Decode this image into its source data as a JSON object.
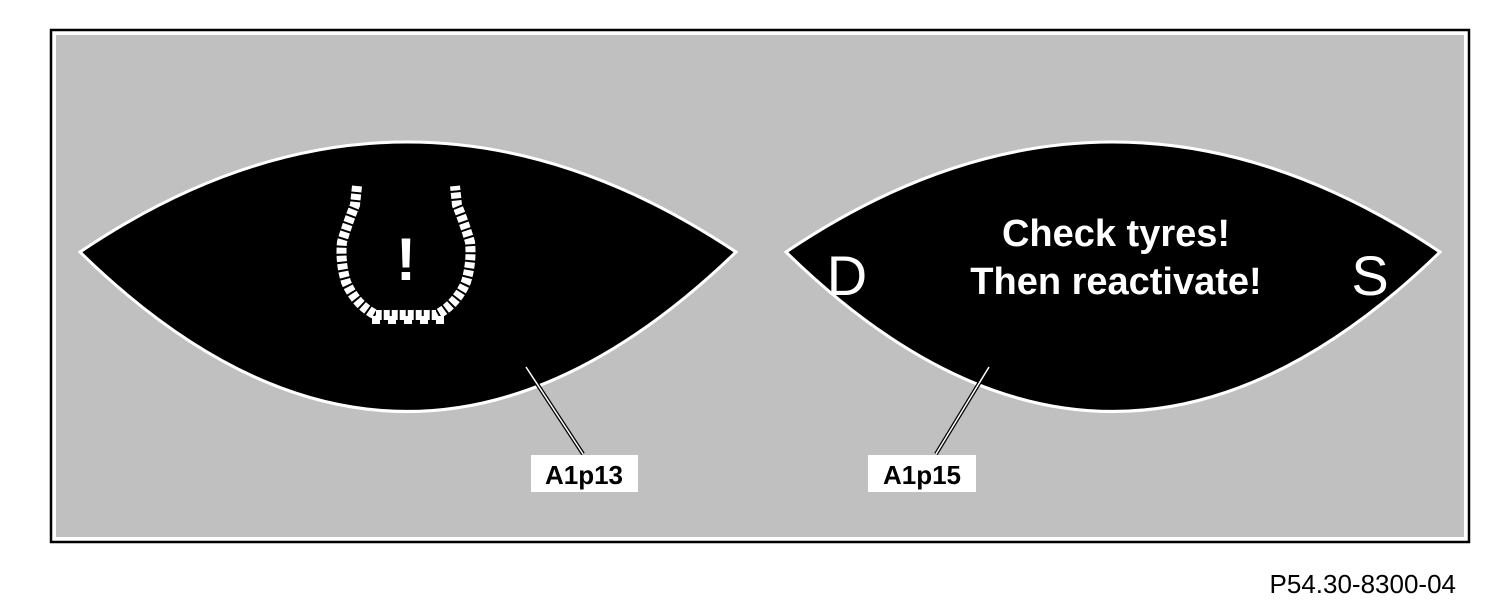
{
  "panel": {
    "background_color": "#c0c0c0",
    "border_color": "#000000"
  },
  "displays": [
    {
      "id": "left",
      "symbol": "tyre-pressure-warning-icon",
      "exclamation": "!",
      "callout": "A1p13"
    },
    {
      "id": "right",
      "line1": "Check tyres!",
      "line2": "Then reactivate!",
      "left_letter": "D",
      "right_letter": "S",
      "callout": "A1p15"
    }
  ],
  "colors": {
    "display_fill": "#000000",
    "display_text": "#ffffff",
    "panel": "#c0c0c0"
  },
  "reference_code": "P54.30-8300-04"
}
